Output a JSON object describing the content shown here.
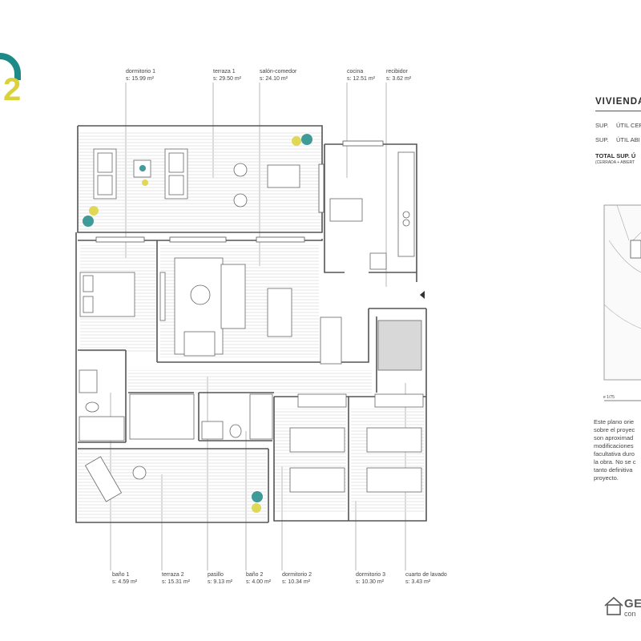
{
  "sheet": {
    "unit_number": "2",
    "title": "VIVIENDA",
    "surfaces": [
      {
        "prefix": "SUP.",
        "label": "ÚTIL CER"
      },
      {
        "prefix": "SUP.",
        "label": "ÚTIL ABI"
      }
    ],
    "total_label": "TOTAL SUP. Ú",
    "total_sub": "(CERRADA + ABIERT",
    "scale": "e 1/75",
    "note_lines": [
      "Este plano orie",
      "sobre el proyec",
      "son aproximad",
      "modificaciones",
      "facultativa duro",
      "la obra. No se c",
      "tanto definitiva",
      "proyecto."
    ],
    "logo_text": "GE",
    "logo_sub": "con",
    "colors": {
      "accent_teal": "#1e8a87",
      "accent_yellow": "#d9d23a",
      "wall": "#555555",
      "hatch": "#cfcfcf"
    }
  },
  "rooms": [
    {
      "id": "dormitorio-1",
      "name": "dormitorio 1",
      "area": "s: 15.99 m²"
    },
    {
      "id": "terraza-1",
      "name": "terraza 1",
      "area": "s: 29.50 m²"
    },
    {
      "id": "salon-comedor",
      "name": "salón-comedor",
      "area": "s: 24.10 m²"
    },
    {
      "id": "cocina",
      "name": "cocina",
      "area": "s: 12.51 m²"
    },
    {
      "id": "recibidor",
      "name": "recibidor",
      "area": "s: 3.62 m²"
    },
    {
      "id": "bano-1",
      "name": "baño 1",
      "area": "s: 4.59 m²"
    },
    {
      "id": "terraza-2",
      "name": "terraza 2",
      "area": "s: 15.31 m²"
    },
    {
      "id": "pasillo",
      "name": "pasillo",
      "area": "s: 9.13 m²"
    },
    {
      "id": "bano-2",
      "name": "baño 2",
      "area": "s: 4.00 m²"
    },
    {
      "id": "dormitorio-2",
      "name": "dormitorio 2",
      "area": "s: 10.34 m²"
    },
    {
      "id": "dormitorio-3",
      "name": "dormitorio 3",
      "area": "s: 10.30 m²"
    },
    {
      "id": "cuarto-de-lavado",
      "name": "cuarto de lavado",
      "area": "s: 3.43 m²"
    }
  ]
}
